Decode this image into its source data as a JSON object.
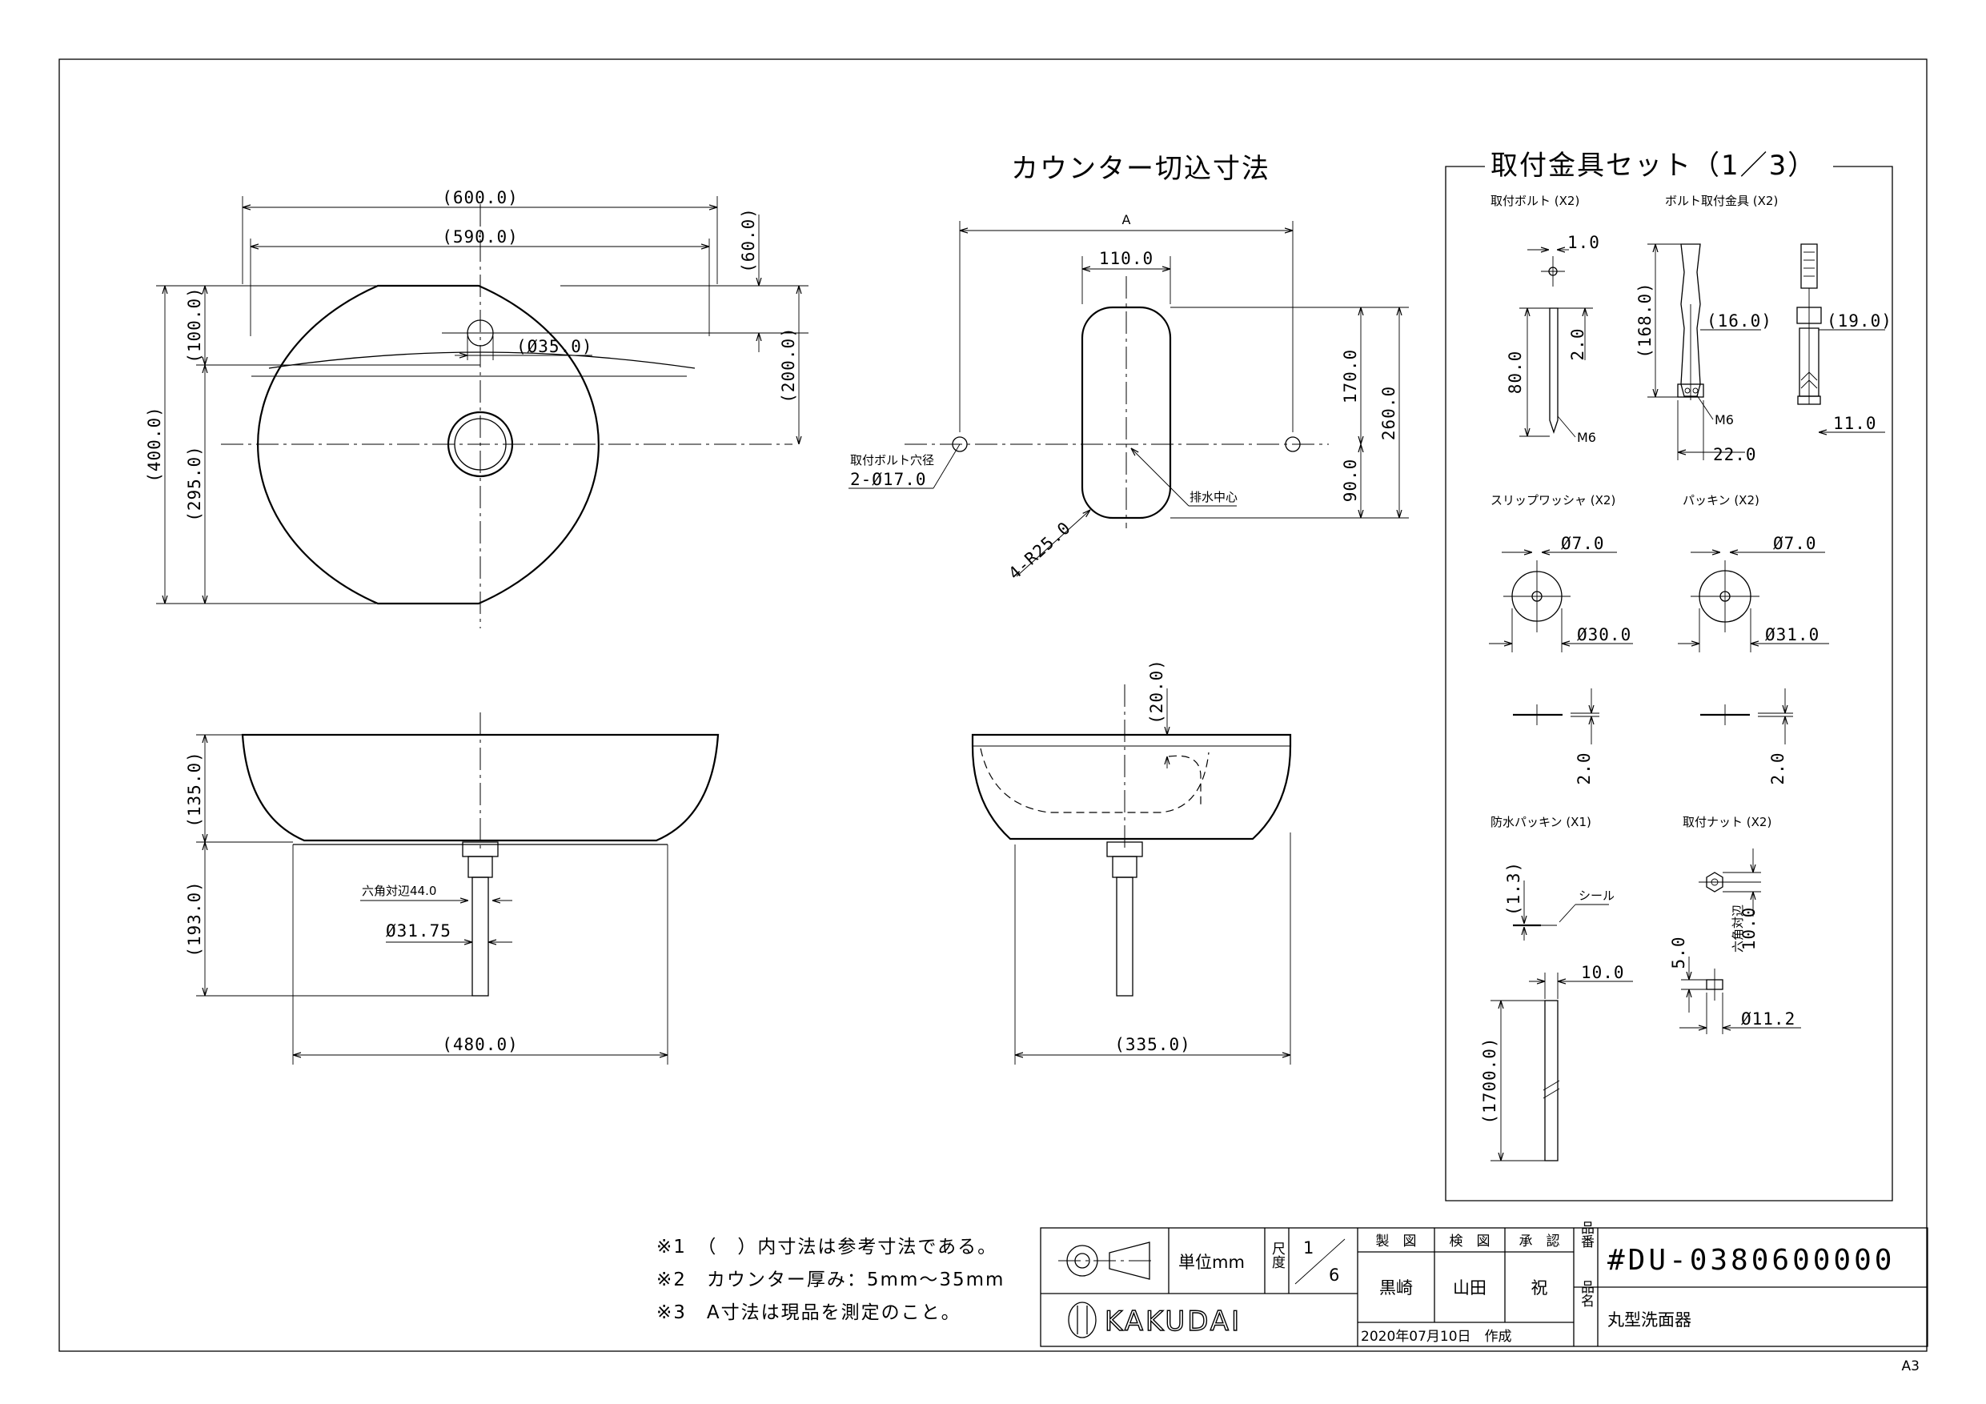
{
  "sheet": {
    "size": "A3"
  },
  "top_view": {
    "dims": {
      "w600": "(600.0)",
      "w590": "(590.0)",
      "h60": "(60.0)",
      "h100": "(100.0)",
      "h200": "(200.0)",
      "h400": "(400.0)",
      "h295": "(295.0)",
      "d35": "(Ø35.0)"
    }
  },
  "cutout": {
    "title": "カウンター切込寸法",
    "dims": {
      "a": "A",
      "w110": "110.0",
      "h170": "170.0",
      "h260": "260.0",
      "h90": "90.0",
      "r25": "4-R25.0"
    },
    "bolt_hole_label": "取付ボルト穴径",
    "bolt_hole_dim": "2-Ø17.0",
    "drain_center": "排水中心"
  },
  "front_view": {
    "dims": {
      "h135": "(135.0)",
      "h193": "(193.0)",
      "w480": "(480.0)",
      "hex": "六角対辺44.0",
      "d3175": "Ø31.75"
    }
  },
  "side_view": {
    "dims": {
      "h20": "(20.0)",
      "w335": "(335.0)"
    }
  },
  "parts": {
    "title": "取付金具セット（1／3）",
    "bolt": {
      "label": "取付ボルト (X2)",
      "d1": "1.0",
      "d2": "2.0",
      "d80": "80.0",
      "thread": "M6"
    },
    "bracket": {
      "label": "ボルト取付金具 (X2)",
      "d168": "(168.0)",
      "d16": "(16.0)",
      "d19": "(19.0)",
      "thread": "M6",
      "d22": "22.0",
      "d11": "11.0"
    },
    "slip_washer": {
      "label": "スリップワッシャ (X2)",
      "d7": "Ø7.0",
      "d30": "Ø30.0",
      "t": "2.0"
    },
    "packing": {
      "label": "パッキン (X2)",
      "d7": "Ø7.0",
      "d31": "Ø31.0",
      "t": "2.0"
    },
    "waterproof": {
      "label": "防水パッキン (X1)",
      "d13": "(1.3)",
      "seal": "シール",
      "d10": "10.0",
      "d1700": "(1700.0)"
    },
    "nut": {
      "label": "取付ナット (X2)",
      "hex_label": "六角対辺",
      "hex": "10.0",
      "h5": "5.0",
      "d112": "Ø11.2"
    }
  },
  "notes": [
    "※1　（　）内寸法は参考寸法である。",
    "※2　カウンター厚み：5mm～35mm",
    "※3　A寸法は現品を測定のこと。"
  ],
  "title_block": {
    "unit_label": "単位mm",
    "scale_label": "尺度",
    "scale_num": "1",
    "scale_den": "6",
    "drawn_label": "製　図",
    "checked_label": "検　図",
    "approved_label": "承　認",
    "drawn_by": "黒崎",
    "checked_by": "山田",
    "approved_by": "祝",
    "date": "2020年07月10日　作成",
    "part_no_label": "品番",
    "part_no": "#DU-0380600000",
    "name_label": "品名",
    "name": "丸型洗面器",
    "company": "KAKUDAI"
  }
}
